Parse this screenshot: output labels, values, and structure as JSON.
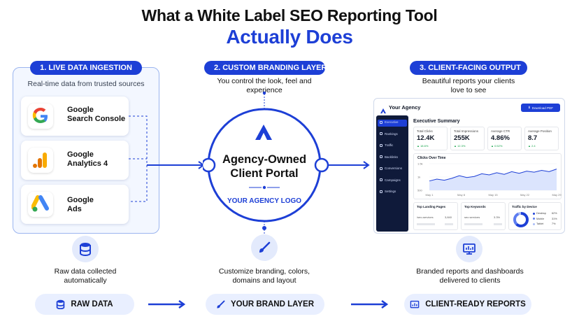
{
  "header": {
    "title_line1": "What a White Label SEO Reporting Tool",
    "title_line2": "Actually Does"
  },
  "step1": {
    "label": "1. LIVE DATA INGESTION",
    "subtitle": "Real-time data from trusted sources",
    "sources": [
      {
        "line1": "Google",
        "line2": "Search Console",
        "icon": "google-g-icon"
      },
      {
        "line1": "Google",
        "line2": "Analytics 4",
        "icon": "analytics-bars-icon"
      },
      {
        "line1": "Google",
        "line2": "Ads",
        "icon": "google-ads-icon"
      }
    ],
    "caption_line1": "Raw data collected",
    "caption_line2": "automatically"
  },
  "step2": {
    "label": "2. CUSTOM BRANDING LAYER",
    "subtitle_line1": "You control the look, feel and",
    "subtitle_line2": "experience",
    "portal_line1": "Agency-Owned",
    "portal_line2": "Client Portal",
    "portal_logo_text": "YOUR AGENCY LOGO",
    "caption_line1": "Customize branding, colors,",
    "caption_line2": "domains and layout"
  },
  "step3": {
    "label": "3. CLIENT-FACING OUTPUT",
    "subtitle_line1": "Beautiful reports your clients",
    "subtitle_line2": "love to see",
    "caption_line1": "Branded reports and dashboards",
    "caption_line2": "delivered to clients"
  },
  "dashboard": {
    "brand": "Your Agency",
    "download": "Download PDF",
    "nav": [
      "Executive",
      "Rankings",
      "Traffic",
      "Backlinks",
      "Conversions",
      "Campaigns",
      "Settings"
    ],
    "section_title": "Executive Summary",
    "kpis": [
      {
        "label": "Total Clicks",
        "value": "12.4K",
        "delta": "▲ 18.6%"
      },
      {
        "label": "Total Impressions",
        "value": "255K",
        "delta": "▲ 12.3%"
      },
      {
        "label": "Average CTR",
        "value": "4.86%",
        "delta": "▲ 0.52%"
      },
      {
        "label": "Average Position",
        "value": "8.7",
        "delta": "▲ 2.4"
      }
    ],
    "chart_title": "Clicks Over Time",
    "chart_y_ticks": [
      "1.5k",
      "1k",
      "500"
    ],
    "chart_x_ticks": [
      "May 1",
      "May 8",
      "May 15",
      "May 22",
      "May 29"
    ],
    "chart_values": [
      0.35,
      0.42,
      0.38,
      0.45,
      0.55,
      0.48,
      0.52,
      0.62,
      0.58,
      0.66,
      0.6,
      0.7,
      0.64,
      0.72,
      0.68,
      0.75,
      0.7,
      0.8
    ],
    "table1_title": "Top Landing Pages",
    "table1_rows": [
      {
        "name": "/seo-services",
        "value": "3,840"
      }
    ],
    "table2_title": "Top Keywords",
    "table2_rows": [
      {
        "name": "seo services",
        "value": "3.3%"
      }
    ],
    "donut_title": "Traffic by Device",
    "donut_legend": [
      {
        "label": "Desktop",
        "value": "62%",
        "color": "#1d3fd6"
      },
      {
        "label": "Mobile",
        "value": "31%",
        "color": "#5c7cf0"
      },
      {
        "label": "Tablet",
        "value": "7%",
        "color": "#a9bcf7"
      }
    ]
  },
  "bottom": {
    "raw": "RAW DATA",
    "brand": "YOUR BRAND LAYER",
    "reports": "CLIENT-READY REPORTS"
  },
  "colors": {
    "accent": "#1d3fd6",
    "panel": "#f3f7ff",
    "pill_bg": "#e9efff"
  }
}
